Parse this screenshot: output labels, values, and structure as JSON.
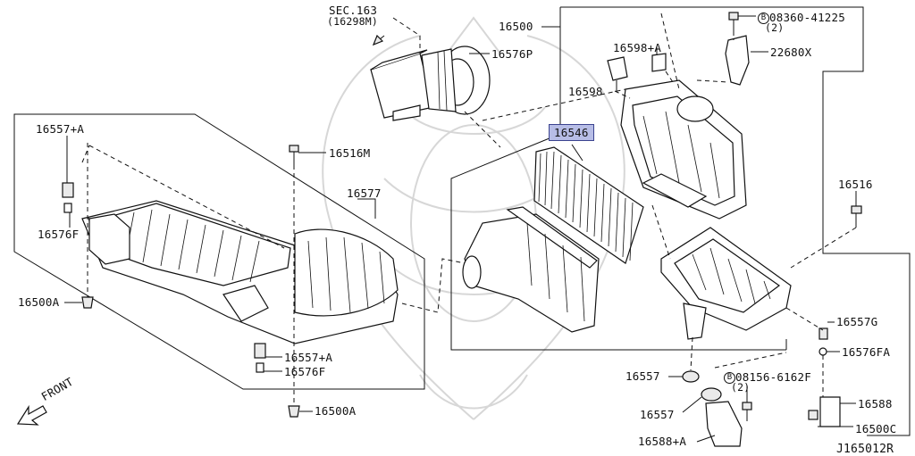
{
  "diagram": {
    "ref_code": "J165012R",
    "front_label": "FRONT",
    "section_ref": {
      "line1": "SEC.163",
      "line2": "(16298M)"
    },
    "highlight_color": "#b7bde6",
    "labels": {
      "l16500": "16500",
      "l16576P": "16576P",
      "l16598A": "16598+A",
      "l16598": "16598",
      "l08360": "08360-41225",
      "l08360q": "(2)",
      "l22680X": "22680X",
      "l16546": "16546",
      "l16516": "16516",
      "l16557A_top": "16557+A",
      "l16576F_left": "16576F",
      "l16500A_left": "16500A",
      "l16516M": "16516M",
      "l16577": "16577",
      "l16557A_bot": "16557+A",
      "l16576F_bot": "16576F",
      "l16500A_bot": "16500A",
      "l16557G": "16557G",
      "l16576FA": "16576FA",
      "l16557_a": "16557",
      "l08156": "08156-6162F",
      "l08156q": "(2)",
      "l16588": "16588",
      "l16557_b": "16557",
      "l16500C": "16500C",
      "l16588A": "16588+A",
      "bolt_mark": "B"
    }
  }
}
